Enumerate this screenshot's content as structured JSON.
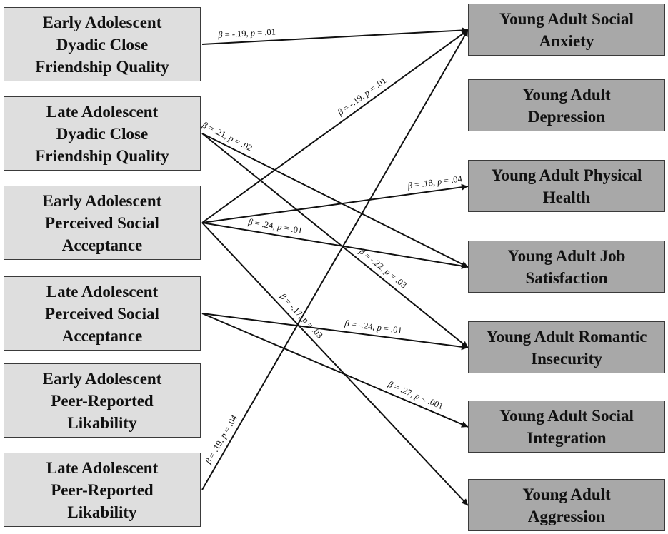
{
  "colors": {
    "predictor_fill": "#dedede",
    "outcome_fill": "#a8a8a8",
    "line": "#111111"
  },
  "predictors": [
    "Early Adolescent\nDyadic Close\nFriendship Quality",
    "Late Adolescent\nDyadic Close\nFriendship Quality",
    "Early Adolescent\nPerceived Social\nAcceptance",
    "Late Adolescent\nPerceived Social\nAcceptance",
    "Early Adolescent\nPeer-Reported\nLikability",
    "Late Adolescent\nPeer-Reported\nLikability"
  ],
  "outcomes": [
    "Young Adult Social\nAnxiety",
    "Young Adult\nDepression",
    "Young Adult Physical\nHealth",
    "Young Adult Job\nSatisfaction",
    "Young Adult Romantic\nInsecurity",
    "Young Adult Social\nIntegration",
    "Young Adult\nAggression"
  ],
  "paths": [
    {
      "from": 0,
      "to": 0,
      "beta": "-.19",
      "p": "= .01"
    },
    {
      "from": 2,
      "to": 0,
      "beta": "-.19",
      "p": "= .01"
    },
    {
      "from": 5,
      "to": 0,
      "beta": ".19",
      "p": "= .04"
    },
    {
      "from": 2,
      "to": 2,
      "beta": ".18",
      "p": "= .04"
    },
    {
      "from": 2,
      "to": 3,
      "beta": ".24",
      "p": "= .01"
    },
    {
      "from": 1,
      "to": 3,
      "beta": ".21",
      "p": "= .02"
    },
    {
      "from": 1,
      "to": 4,
      "beta": "-.22",
      "p": "= .03"
    },
    {
      "from": 3,
      "to": 4,
      "beta": "-.24",
      "p": "= .01"
    },
    {
      "from": 3,
      "to": 5,
      "beta": ".27",
      "p": "< .001"
    },
    {
      "from": 2,
      "to": 6,
      "beta": "-.17",
      "p": "= .03"
    }
  ]
}
